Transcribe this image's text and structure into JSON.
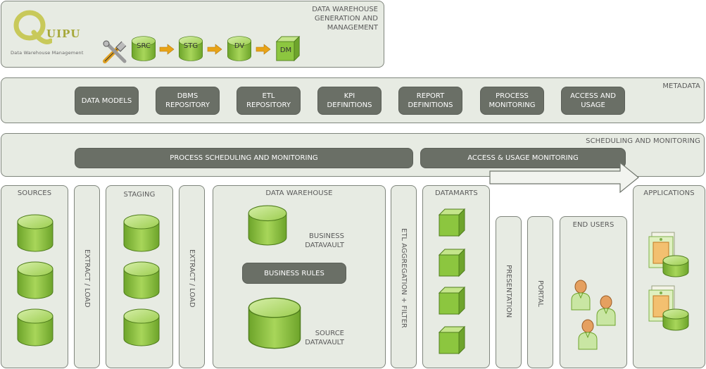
{
  "header": {
    "logo_text": "UIPU",
    "logo_subtitle": "Data Warehouse Management",
    "title_line1": "DATA WAREHOUSE",
    "title_line2": "GENERATION AND",
    "title_line3": "MANAGEMENT",
    "flow": [
      "SRC",
      "STG",
      "DV",
      "DM"
    ]
  },
  "metadata": {
    "label": "METADATA",
    "items": [
      {
        "line1": "DATA MODELS",
        "line2": ""
      },
      {
        "line1": "DBMS",
        "line2": "REPOSITORY"
      },
      {
        "line1": "ETL",
        "line2": "REPOSITORY"
      },
      {
        "line1": "KPI",
        "line2": "DEFINITIONS"
      },
      {
        "line1": "REPORT",
        "line2": "DEFINITIONS"
      },
      {
        "line1": "PROCESS",
        "line2": "MONITORING"
      },
      {
        "line1": "ACCESS AND",
        "line2": "USAGE"
      }
    ]
  },
  "scheduling": {
    "label": "SCHEDULING AND MONITORING",
    "process": "PROCESS SCHEDULING AND MONITORING",
    "access": "ACCESS & USAGE MONITORING"
  },
  "columns": {
    "sources": "SOURCES",
    "extract1": "EXTRACT / LOAD",
    "staging": "STAGING",
    "extract2": "EXTRACT / LOAD",
    "dwh": "DATA WAREHOUSE",
    "business_dv_1": "BUSINESS",
    "business_dv_2": "DATAVAULT",
    "business_rules": "BUSINESS RULES",
    "source_dv_1": "SOURCE",
    "source_dv_2": "DATAVAULT",
    "etl_agg": "ETL AGGREGATION + FILTER",
    "datamarts": "DATAMARTS",
    "presentation": "PRESENTATION",
    "portal": "PORTAL",
    "end_users": "END USERS",
    "applications": "APPLICATIONS"
  },
  "colors": {
    "panel": "#e7ebe3",
    "dark_box": "#6a6f66",
    "green": "#8fc63f",
    "arrow": "#e8a317"
  }
}
